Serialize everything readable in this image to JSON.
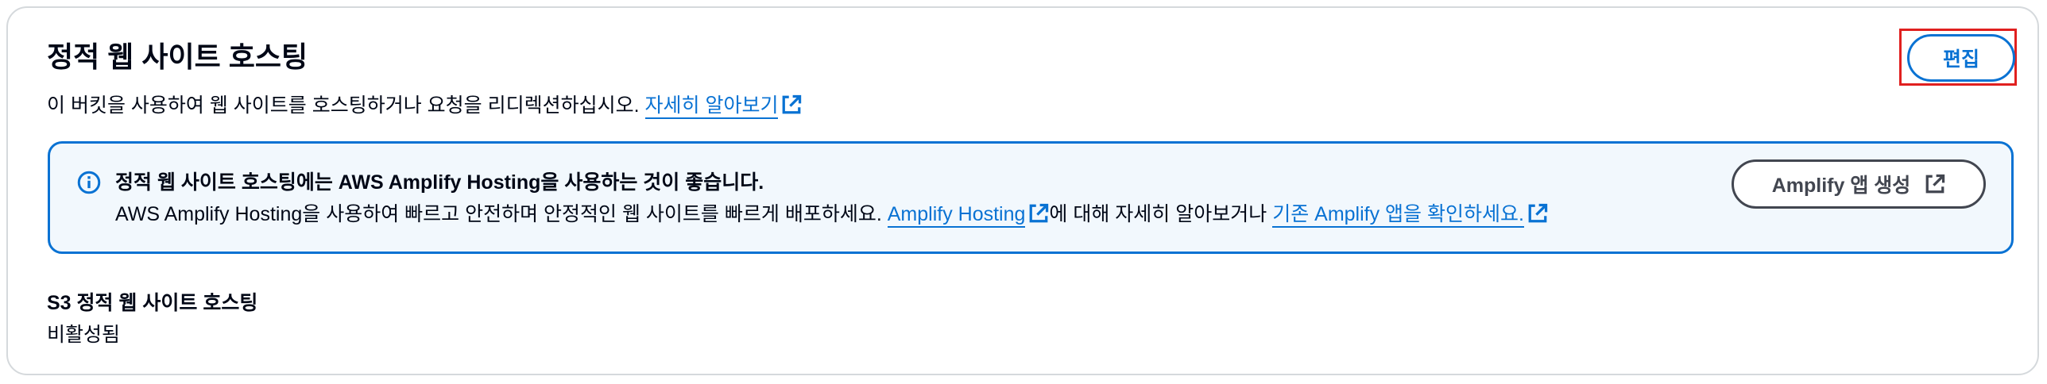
{
  "section": {
    "title": "정적 웹 사이트 호스팅",
    "description": "이 버킷을 사용하여 웹 사이트를 호스팅하거나 요청을 리디렉션하십시오.",
    "learn_more_link": "자세히 알아보기",
    "edit_button": "편집"
  },
  "alert": {
    "title": "정적 웹 사이트 호스팅에는 AWS Amplify Hosting을 사용하는 것이 좋습니다.",
    "body_prefix": "AWS Amplify Hosting을 사용하여 빠르고 안전하며 안정적인 웹 사이트를 빠르게 배포하세요.",
    "amplify_hosting_link": "Amplify Hosting",
    "body_middle": "에 대해 자세히 알아보거나",
    "existing_apps_link": "기존 Amplify 앱을 확인하세요.",
    "create_app_button": "Amplify 앱 생성"
  },
  "details": {
    "label": "S3 정적 웹 사이트 호스팅",
    "value": "비활성됨"
  },
  "colors": {
    "link": "#0972d3",
    "alert_border": "#0972d3",
    "alert_background": "#f2f8fd",
    "highlight": "#e0201f",
    "panel_border": "#d5d9dc"
  },
  "icons": {
    "external": "external-link-icon",
    "info": "info-circle-icon"
  }
}
